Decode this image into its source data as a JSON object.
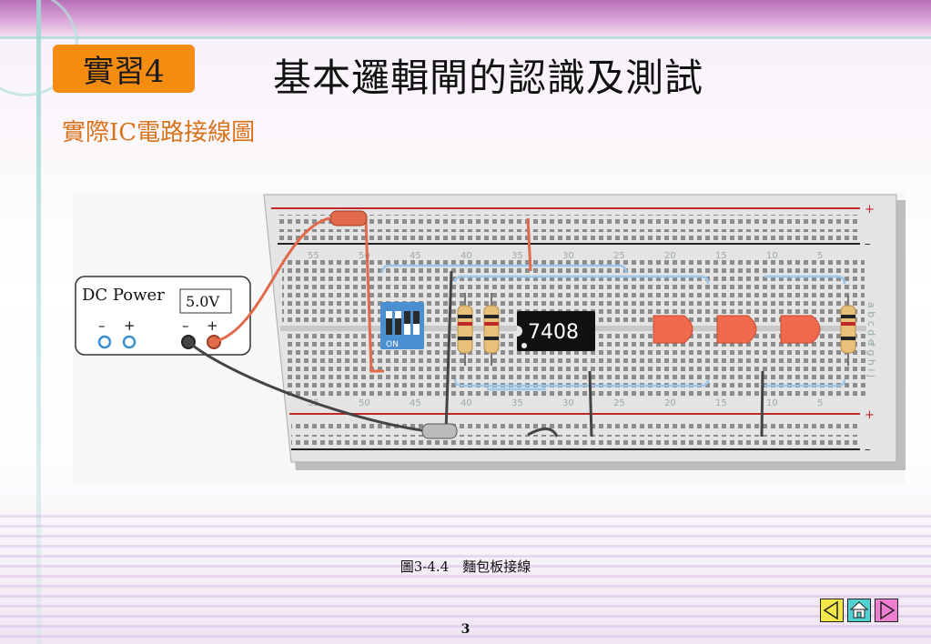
{
  "slide": {
    "badge": "實習4",
    "title": "基本邏輯閘的認識及測試",
    "subtitle": "實際IC電路接線圖",
    "caption": "圖3-4.4　麵包板接線",
    "page_number": "3"
  },
  "diagram": {
    "power_label": "DC Power",
    "voltage": "5.0V",
    "ic_label": "7408",
    "dip_label": "ON",
    "rail_plus": "+",
    "rail_minus": "–",
    "terminal_minus": "–",
    "terminal_plus": "+",
    "column_numbers": [
      "55",
      "50",
      "45",
      "40",
      "35",
      "30",
      "25",
      "20",
      "15",
      "10",
      "5"
    ],
    "row_letters_top": "a b c d e",
    "row_letters_bottom": "f g h i j"
  },
  "nav": {
    "prev_icon": "triangle-left-icon",
    "home_icon": "home-icon",
    "next_icon": "triangle-right-icon"
  }
}
